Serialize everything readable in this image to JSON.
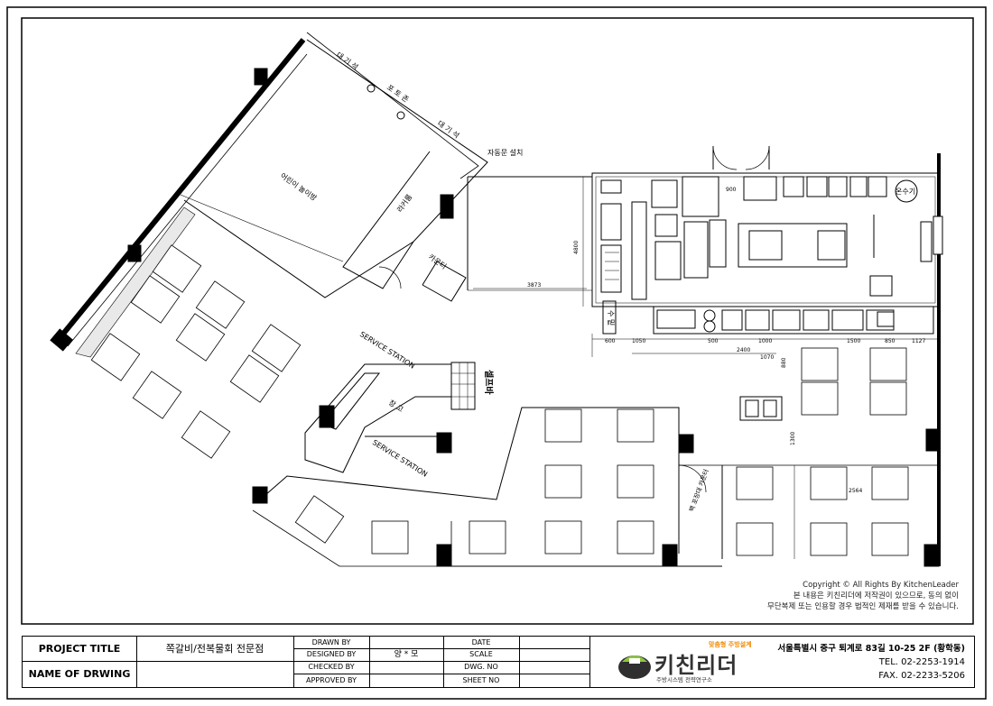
{
  "plan": {
    "labels": {
      "waiting1": "대 기 석",
      "photozone": "포 토 존",
      "waiting2": "대 기 석",
      "autodoor": "자동문 설치",
      "kidsroom": "어린이 놀이방",
      "locker": "라커룸",
      "counter": "카운터",
      "service1": "SERVICE STATION",
      "service2": "SERVICE STATION",
      "storage": "창 고",
      "selfbar": "셀프바",
      "hotwater": "온수기",
      "cornerlabel": "수 밑",
      "pack": "팩 포장대 카운터"
    },
    "dimensions": {
      "d3873": "3873",
      "d900": "900",
      "d4800": "4800",
      "d2400": "2400",
      "d1500": "1500",
      "d1000": "1000",
      "d600": "600",
      "d1050": "1050",
      "d500": "500",
      "d850": "850",
      "d1127": "1127",
      "d2564": "2564",
      "d1300": "1300",
      "d880": "880",
      "d1070": "1070"
    }
  },
  "copyright": {
    "line1": "Copyright © All Rights By KitchenLeader",
    "line2": "본 내용은 키친리더에 저작권이 있으므로, 동의 없이",
    "line3": "무단복제 또는 인용할 경우 법적인 제재를 받을 수 있습니다."
  },
  "titleblock": {
    "project_title_label": "PROJECT TITLE",
    "project_title_value": "쪽갈비/전복물회 전문점",
    "name_label": "NAME OF DRWING",
    "name_value": "",
    "drawn_by": "DRAWN BY",
    "designed_by": "DESIGNED BY",
    "designed_value": "양 * 모",
    "checked_by": "CHECKED BY",
    "approved_by": "APPROVED BY",
    "date": "DATE",
    "scale": "SCALE",
    "dwg_no": "DWG. NO",
    "sheet_no": "SHEET NO",
    "logo_tagline": "맞춤형 주방설계",
    "logo_name": "키친리더",
    "logo_sub": "주방시스템 전략연구소",
    "address": "서울특별시 중구 퇴계로 83길 10-25 2F (황학동)",
    "tel": "TEL. 02-2253-1914",
    "fax": "FAX. 02-2233-5206"
  }
}
